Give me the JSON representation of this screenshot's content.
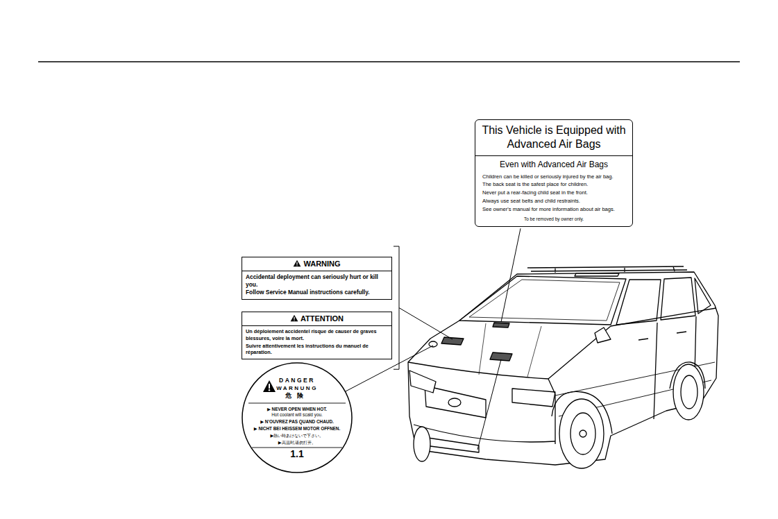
{
  "diagram": {
    "nodes": [
      {
        "text": [
          "This Vehicle is Equipped with Advanced Air Bags",
          "Even with Advanced Air Bags",
          "Children can be killed or seriously injured by the air bag.",
          "The back seat is the safest place for children.",
          "Never put a rear-facing child seat in the front.",
          "Always use seat belts and child restraints.",
          "See owner's manual for more information about air bags.",
          "To be removed by owner only."
        ]
      },
      {
        "text": [
          "WARNING",
          "Accidental deployment can seriously hurt or kill you.",
          "Follow Service Manual instructions carefully."
        ]
      },
      {
        "text": [
          "ATTENTION",
          "Un déploiement accidentel risque de causer de graves blessures, voire la mort.",
          "Suivre attentivement les instructions du manuel de réparation."
        ]
      },
      {
        "text": [
          "DANGER",
          "WARNUNG",
          "危険",
          "▶ NEVER OPEN WHEN HOT.",
          "Hot coolant will scald you.",
          "▶ N'OUVREZ PAS QUAND CHAUD.",
          "▶ NICHT BEI HEISSEM MOTOR OFFNEN.",
          "▶熱い時あけないで下さい。",
          "▶高温时,请勿打开。",
          "1.1"
        ]
      }
    ]
  }
}
